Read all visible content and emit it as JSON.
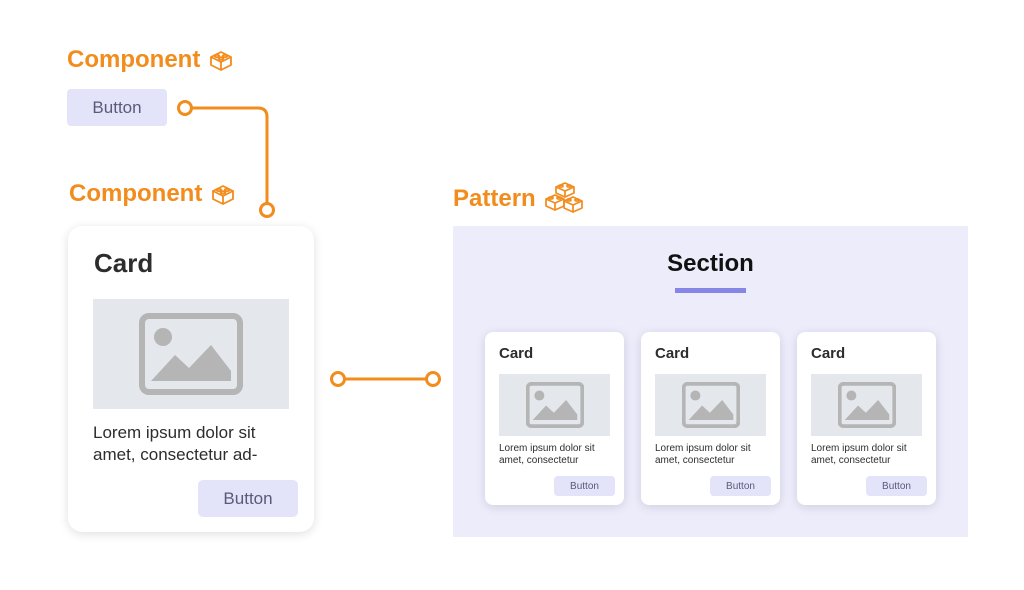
{
  "colors": {
    "accent": "#f28c1c",
    "button_bg": "#e3e3fa",
    "section_bg": "#ececfb",
    "underline": "#8686e6",
    "image_bg": "#e4e8ec",
    "image_icon": "#b5b5b5"
  },
  "icons": {
    "component": "lego-brick-icon",
    "pattern": "lego-bricks-stack-icon",
    "image": "image-placeholder-icon"
  },
  "top_component": {
    "heading": "Component",
    "button_label": "Button"
  },
  "card_component": {
    "heading": "Component",
    "card": {
      "title": "Card",
      "text_line1": "Lorem ipsum dolor sit",
      "text_line2": "amet, consectetur ad-",
      "button_label": "Button"
    }
  },
  "pattern": {
    "heading": "Pattern",
    "section_title": "Section",
    "cards": [
      {
        "title": "Card",
        "text_line1": "Lorem ipsum dolor sit",
        "text_line2": "amet, consectetur",
        "button_label": "Button"
      },
      {
        "title": "Card",
        "text_line1": "Lorem ipsum dolor sit",
        "text_line2": "amet, consectetur",
        "button_label": "Button"
      },
      {
        "title": "Card",
        "text_line1": "Lorem ipsum dolor sit",
        "text_line2": "amet, consectetur",
        "button_label": "Button"
      }
    ]
  }
}
